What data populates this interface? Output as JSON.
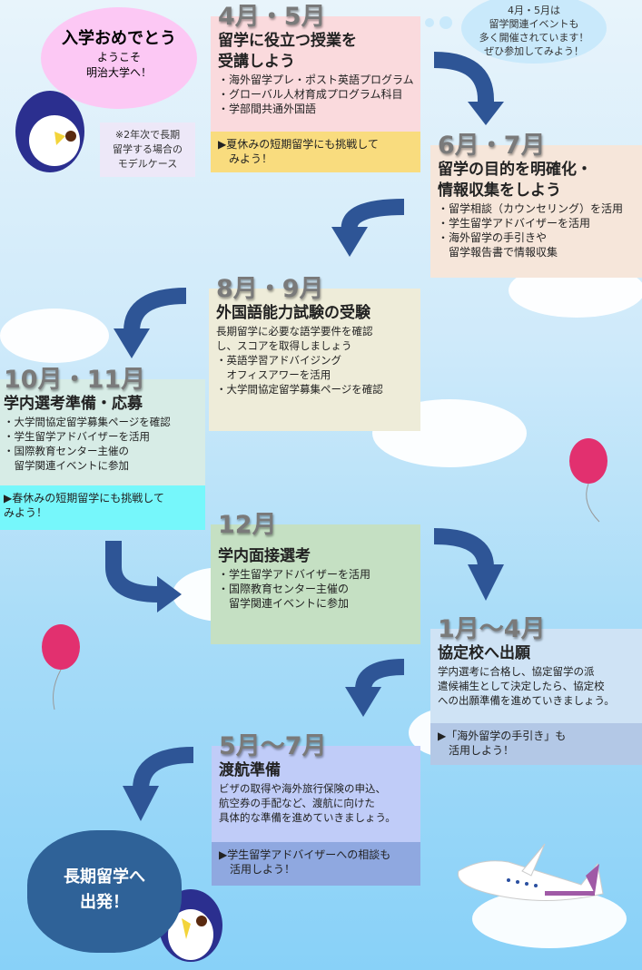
{
  "welcome": {
    "title": "入学おめでとう",
    "line1": "ようこそ",
    "line2": "明治大学へ！"
  },
  "note": "※2年次で長期\n留学する場合の\nモデルケース",
  "info_bubble": "4月・5月は\n留学関連イベントも\n多く開催されています！\nぜひ参加してみよう！",
  "steps": [
    {
      "month": "4月・5月",
      "title": "留学に役立つ授業を\n受講しよう",
      "lines": [
        "・海外留学プレ・ポスト英語プログラム",
        "・グローバル人材育成プログラム科目",
        "・学部間共通外国語"
      ],
      "tip": "▶夏休みの短期留学にも挑戦して\n　みよう！"
    },
    {
      "month": "6月・7月",
      "title": "留学の目的を明確化・\n情報収集をしよう",
      "lines": [
        "・留学相談（カウンセリング）を活用",
        "・学生留学アドバイザーを活用",
        "・海外留学の手引きや",
        "　留学報告書で情報収集"
      ]
    },
    {
      "month": "8月・9月",
      "title": "外国語能力試験の受験",
      "lines": [
        "長期留学に必要な語学要件を確認",
        "し、スコアを取得しましょう",
        "・英語学習アドバイジング",
        "　オフィスアワーを活用",
        "・大学間協定留学募集ページを確認"
      ]
    },
    {
      "month": "10月・11月",
      "title": "学内選考準備・応募",
      "lines": [
        "・大学間協定留学募集ページを確認",
        "・学生留学アドバイザーを活用",
        "・国際教育センター主催の",
        "　留学関連イベントに参加"
      ],
      "tip": "▶春休みの短期留学にも挑戦して\nみよう！"
    },
    {
      "month": "12月",
      "title": "学内面接選考",
      "lines": [
        "・学生留学アドバイザーを活用",
        "・国際教育センター主催の",
        "　留学関連イベントに参加"
      ]
    },
    {
      "month": "1月～4月",
      "title": "協定校へ出願",
      "lines": [
        "学内選考に合格し、協定留学の派",
        "遣候補生として決定したら、協定校",
        "への出願準備を進めていきましょう。"
      ],
      "tip": "▶「海外留学の手引き」も\n　活用しよう！"
    },
    {
      "month": "5月～7月",
      "title": "渡航準備",
      "lines": [
        "ビザの取得や海外旅行保険の申込、",
        "航空券の手配など、渡航に向けた",
        "具体的な準備を進めていきましょう。"
      ],
      "tip": "▶学生留学アドバイザーへの相談も\n　活用しよう！"
    }
  ],
  "finale": {
    "line1": "長期留学へ",
    "line2": "出発！"
  },
  "colors": {
    "arrow": "#2e5596",
    "finale_cloud": "#2f6298",
    "welcome_cloud": "#fcc8f4"
  }
}
